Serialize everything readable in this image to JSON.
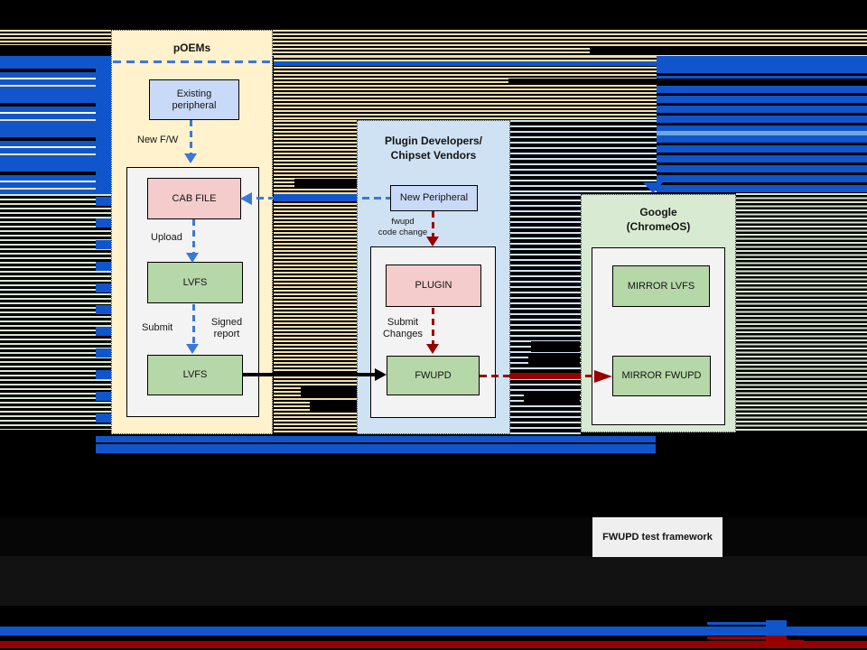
{
  "lanes": {
    "poems": {
      "title": "pOEMs"
    },
    "plugin_devs": {
      "title_line1": "Plugin Developers/",
      "title_line2": "Chipset Vendors"
    },
    "google": {
      "title_line1": "Google",
      "title_line2": "(ChromeOS)"
    }
  },
  "nodes": {
    "existing_peripheral": {
      "line1": "Existing",
      "line2": "peripheral"
    },
    "cab_file": {
      "label": "CAB FILE"
    },
    "lvfs_upload": {
      "label": "LVFS"
    },
    "lvfs_submit": {
      "label": "LVFS"
    },
    "new_peripheral": {
      "label": "New Peripheral"
    },
    "plugin": {
      "label": "PLUGIN"
    },
    "fwupd": {
      "label": "FWUPD"
    },
    "mirror_lvfs": {
      "label": "MIRROR LVFS"
    },
    "mirror_fwupd": {
      "label": "MIRROR FWUPD"
    },
    "fwupd_test_framework": {
      "label": "FWUPD test framework"
    }
  },
  "edge_labels": {
    "new_fw": "New F/W",
    "upload": "Upload",
    "submit": "Submit",
    "signed_report_line1": "Signed",
    "signed_report_line2": "report",
    "fwupd_code_change_line1": "fwupd",
    "fwupd_code_change_line2": "code change",
    "submit_changes_line1": "Submit",
    "submit_changes_line2": "Changes"
  },
  "colors": {
    "lane_poems": "#fff2cc",
    "lane_plugin": "#cfe2f3",
    "lane_google": "#d9ead3",
    "node_peripheral_blue": "#c9daf8",
    "node_pink": "#f4cccc",
    "node_green": "#b6d7a8",
    "container_gray": "#f3f3f3",
    "framework_box": "#efefef",
    "arrow_blue": "#3c78d8",
    "arrow_red": "#990000",
    "arrow_black": "#000000",
    "glitch_blue": "#1155cc",
    "glitch_tan": "#f3dfae",
    "glitch_lightblue": "#cfe2f3",
    "glitch_green": "#d9e7d0",
    "bottom_bar_blue": "#1155cc",
    "bottom_bar_red": "#990000"
  }
}
